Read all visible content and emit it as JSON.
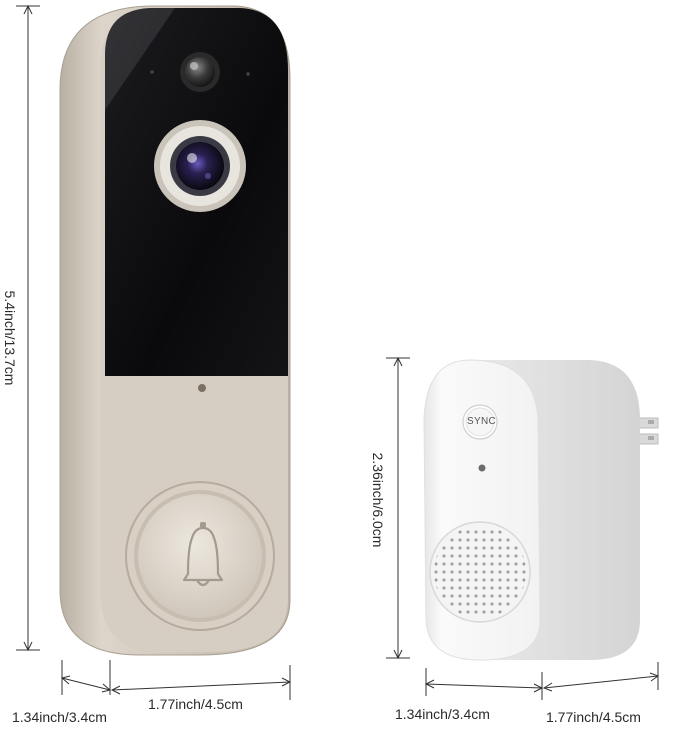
{
  "doorbell": {
    "height_label": "5.4inch/13.7cm",
    "depth_label": "1.34inch/3.4cm",
    "width_label": "1.77inch/4.5cm"
  },
  "chime": {
    "height_label": "2.36inch/6.0cm",
    "depth_label": "1.34inch/3.4cm",
    "width_label": "1.77inch/4.5cm",
    "button_label": "SYNC"
  },
  "colors": {
    "doorbell_body": "#cfc6ba",
    "doorbell_glass": "#0e0e10",
    "chime_body": "#f1f1f1",
    "dimension_line": "#333333"
  }
}
